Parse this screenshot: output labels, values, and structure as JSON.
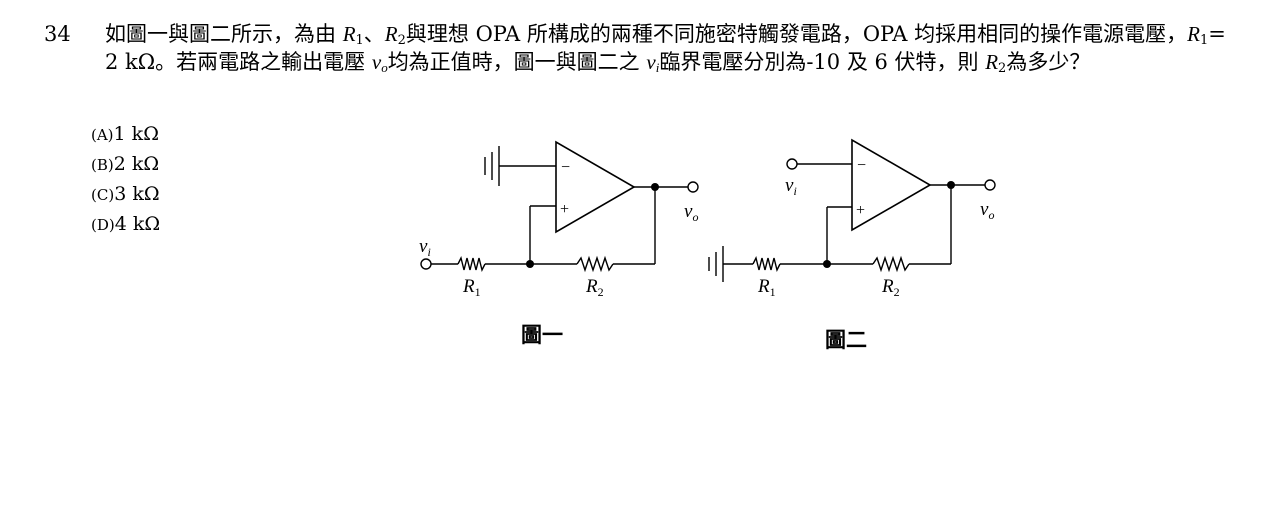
{
  "question": {
    "number": "34",
    "seg1": "如圖一與圖二所示，為由 ",
    "r1": "R",
    "r1_sub": "1",
    "sep": "、",
    "r2": "R",
    "r2_sub": "2",
    "seg2": "與理想 OPA 所構成的兩種不同施密特觸發電路，OPA 均採用相同的操作電源電壓，",
    "r1b": "R",
    "r1b_sub": "1",
    "seg3": "= 2 kΩ。若兩電路之輸出電壓 ",
    "vo": "v",
    "vo_sub": "o",
    "seg4": "均為正值時，圖一與圖二之 ",
    "vi": "v",
    "vi_sub": "i",
    "seg5": "臨界電壓分別為-10 及 6 伏特，則 ",
    "r2b": "R",
    "r2b_sub": "2",
    "seg6": "為多少？"
  },
  "options": [
    {
      "label": "(A)",
      "text": "1 kΩ"
    },
    {
      "label": "(B)",
      "text": "2 kΩ"
    },
    {
      "label": "(C)",
      "text": "3 kΩ"
    },
    {
      "label": "(D)",
      "text": "4 kΩ"
    }
  ],
  "figures": {
    "fig1": {
      "caption": "圖一",
      "minus": "−",
      "plus": "+",
      "vi": "v",
      "vi_sub": "i",
      "vo": "v",
      "vo_sub": "o",
      "r1": "R",
      "r1_sub": "1",
      "r2": "R",
      "r2_sub": "2"
    },
    "fig2": {
      "caption": "圖二",
      "minus": "−",
      "plus": "+",
      "vi": "v",
      "vi_sub": "i",
      "vo": "v",
      "vo_sub": "o",
      "r1": "R",
      "r1_sub": "1",
      "r2": "R",
      "r2_sub": "2"
    }
  }
}
